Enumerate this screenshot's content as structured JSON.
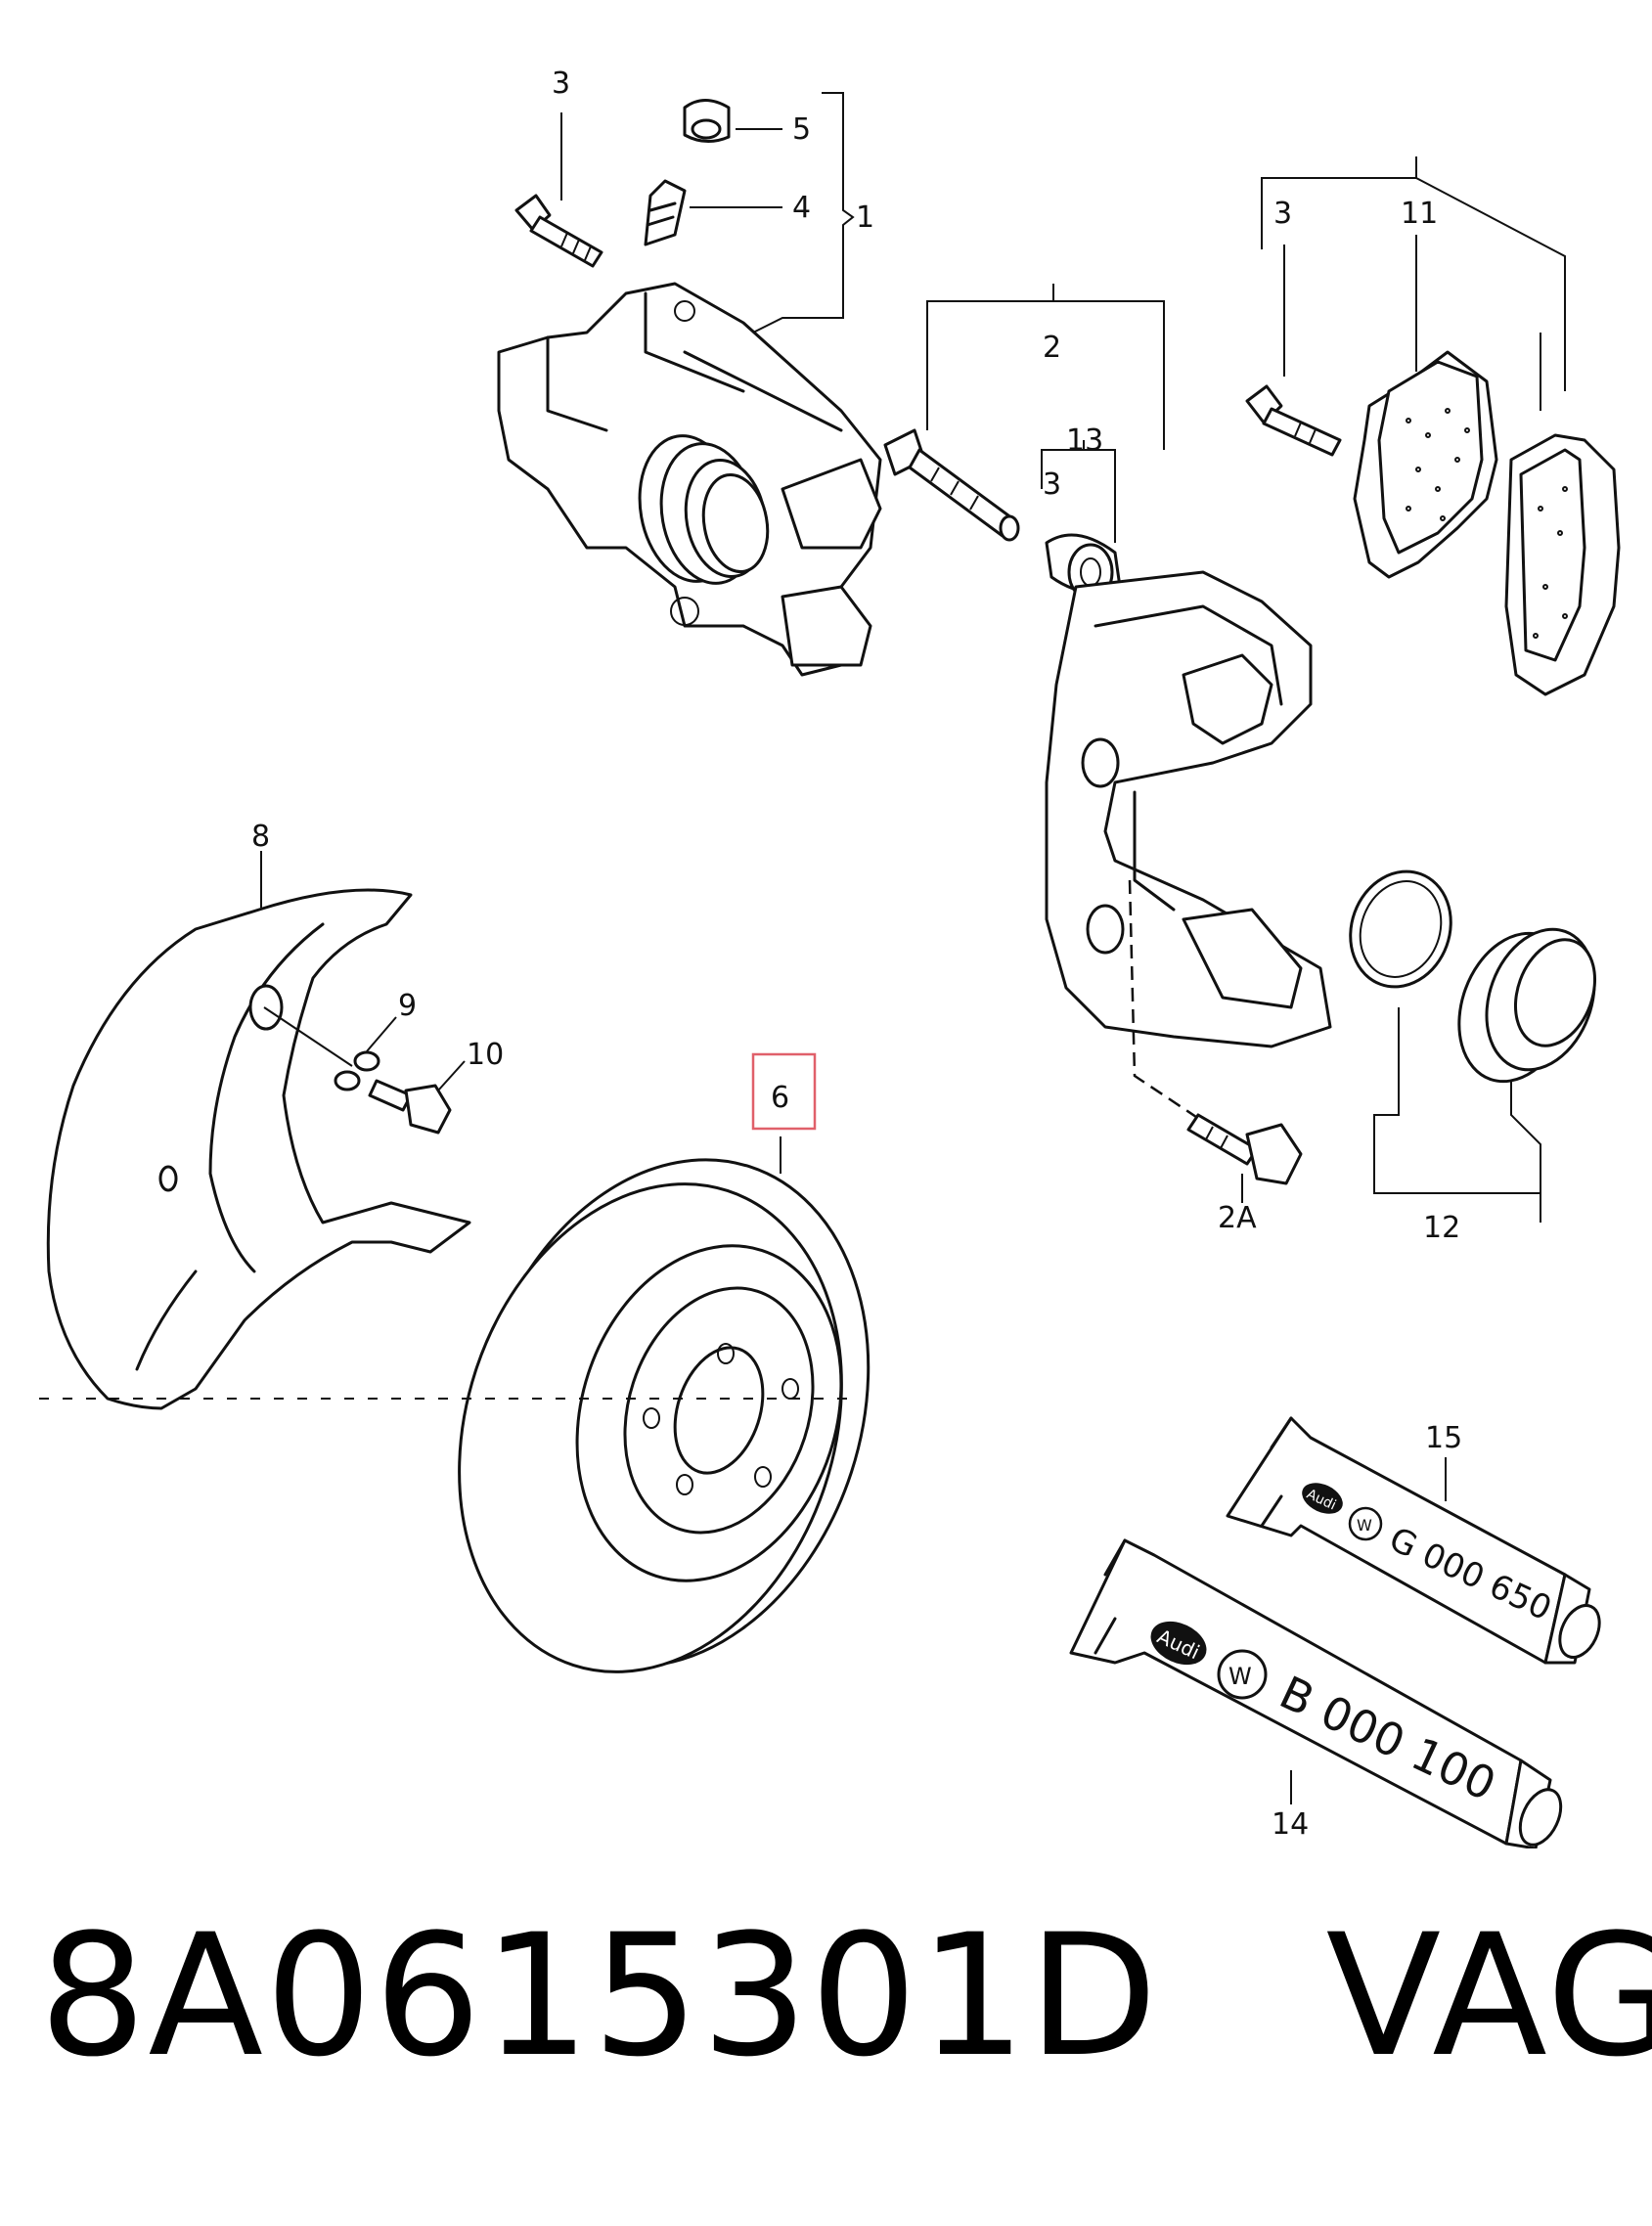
{
  "callouts": {
    "c1": "1",
    "c2": "2",
    "c2a": "2A",
    "c3a": "3",
    "c3b": "3",
    "c3c": "3",
    "c4": "4",
    "c5": "5",
    "c6": "6",
    "c8": "8",
    "c9": "9",
    "c10": "10",
    "c11": "11",
    "c12": "12",
    "c13": "13",
    "c14": "14",
    "c15": "15"
  },
  "highlight_color": "#e0606a",
  "tubes": {
    "small": {
      "brand": "Audi",
      "code": "G 000 650"
    },
    "large": {
      "brand": "Audi",
      "code": "B 000 100"
    }
  },
  "caption": {
    "part_number": "8A0615301D",
    "maker": "VAG"
  }
}
